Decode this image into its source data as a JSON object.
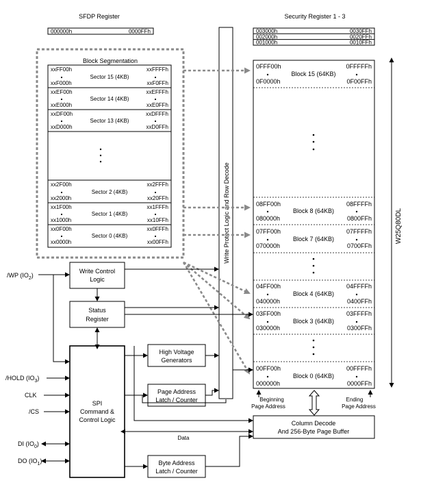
{
  "sfdp": {
    "title": "SFDP Register",
    "start": "000000h",
    "end": "0000FFh"
  },
  "security": {
    "title": "Security Register 1 - 3",
    "rows": [
      {
        "start": "003000h",
        "end": "0030FFh"
      },
      {
        "start": "002000h",
        "end": "0020FFh"
      },
      {
        "start": "001000h",
        "end": "0010FFh"
      }
    ]
  },
  "segmentation": {
    "title": "Block Segmentation",
    "sectors": [
      {
        "hi_left": "xxFF00h",
        "label": "Sector 15 (4KB)",
        "hi_right": "xxFFFFh",
        "lo_left": "xxF000h",
        "lo_right": "xxF0FFh"
      },
      {
        "hi_left": "xxEF00h",
        "label": "Sector 14 (4KB)",
        "hi_right": "xxEFFFh",
        "lo_left": "xxE000h",
        "lo_right": "xxE0FFh"
      },
      {
        "hi_left": "xxDF00h",
        "label": "Sector 13 (4KB)",
        "hi_right": "xxDFFFh",
        "lo_left": "xxD000h",
        "lo_right": "xxD0FFh"
      },
      {
        "hi_left": "xx2F00h",
        "label": "Sector 2 (4KB)",
        "hi_right": "xx2FFFh",
        "lo_left": "xx2000h",
        "lo_right": "xx20FFh"
      },
      {
        "hi_left": "xx1F00h",
        "label": "Sector 1 (4KB)",
        "hi_right": "xx1FFFh",
        "lo_left": "xx1000h",
        "lo_right": "xx10FFh"
      },
      {
        "hi_left": "xx0F00h",
        "label": "Sector 0 (4KB)",
        "hi_right": "xx0FFFh",
        "lo_left": "xx0000h",
        "lo_right": "xx00FFh"
      }
    ]
  },
  "memory": {
    "chip": "W25Q80DL",
    "blocks": [
      {
        "hi_left": "0FFF00h",
        "label": "Block 15 (64KB)",
        "hi_right": "0FFFFFh",
        "lo_left": "0F0000h",
        "lo_right": "0F00FFh"
      },
      {
        "hi_left": "08FF00h",
        "label": "Block 8 (64KB)",
        "hi_right": "08FFFFh",
        "lo_left": "080000h",
        "lo_right": "0800FFh"
      },
      {
        "hi_left": "07FF00h",
        "label": "Block 7 (64KB)",
        "hi_right": "07FFFFh",
        "lo_left": "070000h",
        "lo_right": "0700FFh"
      },
      {
        "hi_left": "04FF00h",
        "label": "Block 4 (64KB)",
        "hi_right": "04FFFFh",
        "lo_left": "040000h",
        "lo_right": "0400FFh"
      },
      {
        "hi_left": "03FF00h",
        "label": "Block 3 (64KB)",
        "hi_right": "03FFFFh",
        "lo_left": "030000h",
        "lo_right": "0300FFh"
      },
      {
        "hi_left": "00FF00h",
        "label": "Block 0 (64KB)",
        "hi_right": "00FFFFh",
        "lo_left": "000000h",
        "lo_right": "0000FFh"
      }
    ]
  },
  "logic": {
    "write_protect": "Write Protect Logic and Row Decode",
    "write_control": [
      "Write Control",
      "Logic"
    ],
    "status_register": [
      "Status",
      "Register"
    ],
    "spi": [
      "SPI",
      "Command &",
      "Control Logic"
    ],
    "high_voltage": [
      "High Voltage",
      "Generators"
    ],
    "page_address": [
      "Page Address",
      "Latch / Counter"
    ],
    "byte_address": [
      "Byte Address",
      "Latch / Counter"
    ],
    "column_decode": [
      "Column Decode",
      "And 256-Byte Page Buffer"
    ],
    "beginning_page": [
      "Beginning",
      "Page Address"
    ],
    "ending_page": [
      "Ending",
      "Page Address"
    ],
    "data_label": "Data"
  },
  "pins": {
    "wp": {
      "name": "/WP (IO",
      "sub": "2",
      "close": ")"
    },
    "hold": {
      "name": "/HOLD (IO",
      "sub": "3",
      "close": ")"
    },
    "clk": "CLK",
    "cs": "/CS",
    "di": {
      "name": "DI (IO",
      "sub": "0",
      "close": ")"
    },
    "do": {
      "name": "DO (IO",
      "sub": "1",
      "close": ")"
    }
  }
}
